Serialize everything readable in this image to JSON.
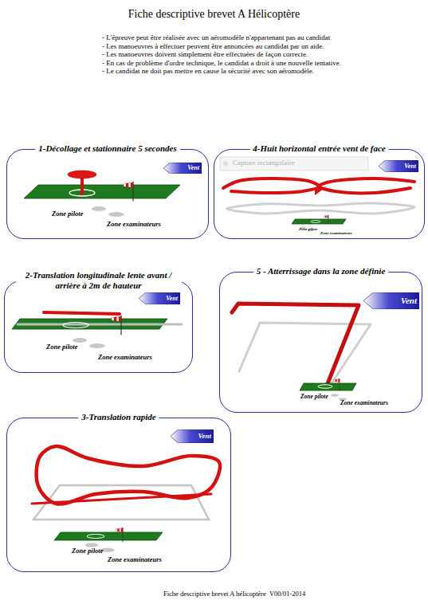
{
  "diagram": {
    "title": "Fiche descriptive brevet A Hélicoptère",
    "caption": "Fiche descriptive brevet A hélicoptère  V00/01-2014",
    "nodes": [
      {
        "text": [
          "1-Décollage et stationnaire 5 secondes"
        ]
      },
      {
        "text": [
          "Vent"
        ],
        "in": 0
      },
      {
        "text": [
          "4-Huit horizontal entrée vent de face"
        ]
      },
      {
        "text": [
          "Vent"
        ],
        "in": 2
      },
      {
        "text": [
          "2-Translation longitudinale lente avant / arrière à 2m de hauteur"
        ]
      },
      {
        "text": [
          "Vent"
        ],
        "in": 4
      },
      {
        "text": [
          "5 - Atterrissage dans la zone définie"
        ]
      },
      {
        "text": [
          "Vent"
        ],
        "in": 6
      },
      {
        "text": [
          "3-Translation rapide"
        ]
      },
      {
        "text": [
          "Vent"
        ],
        "in": 8
      }
    ],
    "labels": [
      "- L'épreuve peut être réalisée avec un aéromodèle n'appartenant pas au candidat",
      "- Les manoeuvres à effectuer peuvent être annoncées au candidat par un aide.",
      "- Les manoeuvres doivent simplement être effectuées de façon correcte.",
      "- En cas de problème d'ordre technique, le candidat a droit à une nouvelle tentative.",
      "- Le candidat ne doit pas mettre en cause la sécurité avec son aéromodèle.",
      "Zone pilote",
      "Zone examinateurs",
      "Capture rectangulaire",
      "Zone pilote",
      "Zone examinateurs",
      "Zone pilote",
      "Zone examinateurs",
      "Zone pilote",
      "Zone examinateurs",
      "Zone pilote",
      "Zone examinateurs"
    ]
  }
}
